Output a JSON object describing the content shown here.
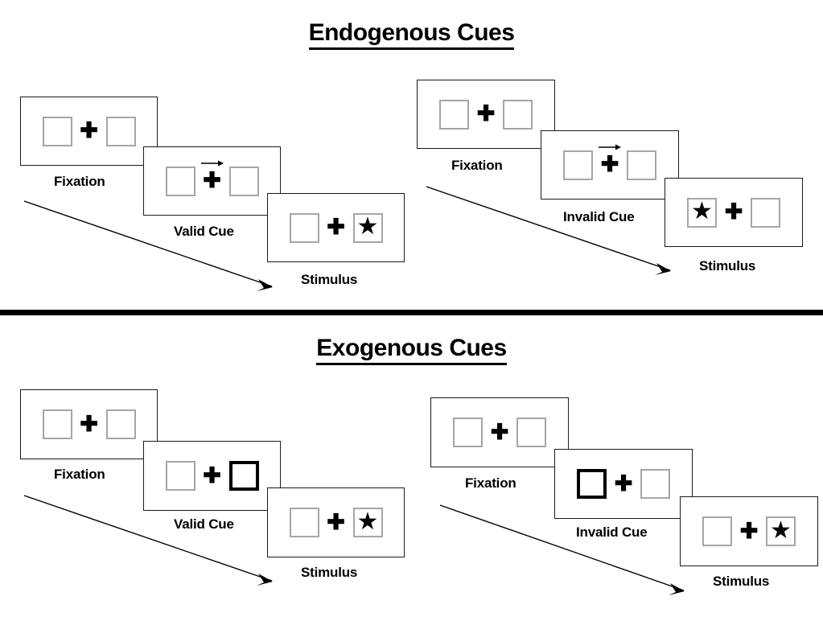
{
  "sections": [
    {
      "title": "Endogenous Cues",
      "cue_type": "arrow",
      "columns": [
        {
          "name": "valid",
          "panels": [
            {
              "caption": "Fixation",
              "cue": "none",
              "cue_side": "none",
              "stimulus_side": "none"
            },
            {
              "caption": "Valid Cue",
              "cue": "arrow-right",
              "cue_side": "right",
              "stimulus_side": "none"
            },
            {
              "caption": "Stimulus",
              "cue": "none",
              "cue_side": "none",
              "stimulus_side": "right"
            }
          ]
        },
        {
          "name": "invalid",
          "panels": [
            {
              "caption": "Fixation",
              "cue": "none",
              "cue_side": "none",
              "stimulus_side": "none"
            },
            {
              "caption": "Invalid Cue",
              "cue": "arrow-right",
              "cue_side": "right",
              "stimulus_side": "none"
            },
            {
              "caption": "Stimulus",
              "cue": "none",
              "cue_side": "none",
              "stimulus_side": "left"
            }
          ]
        }
      ]
    },
    {
      "title": "Exogenous Cues",
      "cue_type": "box-flash",
      "columns": [
        {
          "name": "valid",
          "panels": [
            {
              "caption": "Fixation",
              "cue": "none",
              "cue_side": "none",
              "stimulus_side": "none"
            },
            {
              "caption": "Valid Cue",
              "cue": "bold-box",
              "cue_side": "right",
              "stimulus_side": "none"
            },
            {
              "caption": "Stimulus",
              "cue": "none",
              "cue_side": "none",
              "stimulus_side": "right"
            }
          ]
        },
        {
          "name": "invalid",
          "panels": [
            {
              "caption": "Fixation",
              "cue": "none",
              "cue_side": "none",
              "stimulus_side": "none"
            },
            {
              "caption": "Invalid Cue",
              "cue": "bold-box",
              "cue_side": "left",
              "stimulus_side": "none"
            },
            {
              "caption": "Stimulus",
              "cue": "none",
              "cue_side": "none",
              "stimulus_side": "right"
            }
          ]
        }
      ]
    }
  ],
  "glyphs": {
    "fixation_cross": "✚",
    "target_star": "★"
  },
  "colors": {
    "panel_border": "#1a1a1a",
    "placeholder_box_border": "#a6a6a6",
    "cued_box_border": "#000000",
    "ink": "#000000",
    "background": "#ffffff"
  },
  "titles": {
    "endogenous": "Endogenous Cues",
    "exogenous": "Exogenous Cues"
  },
  "captions": {
    "fixation": "Fixation",
    "valid_cue": "Valid Cue",
    "invalid_cue": "Invalid Cue",
    "stimulus": "Stimulus"
  }
}
